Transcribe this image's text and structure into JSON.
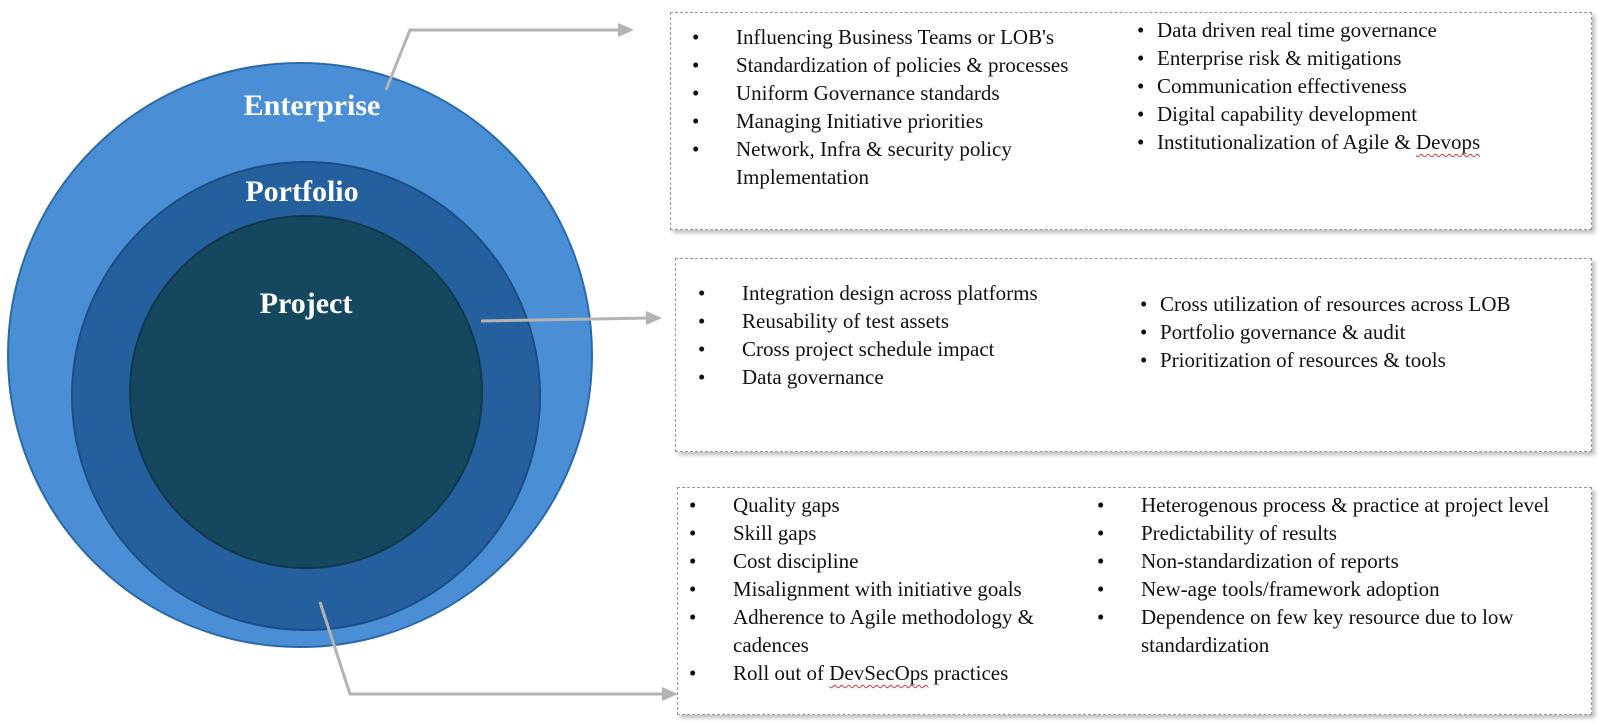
{
  "rings": {
    "enterprise": {
      "label": "Enterprise",
      "color": "#4a8fd6"
    },
    "portfolio": {
      "label": "Portfolio",
      "color": "#245f9e"
    },
    "project": {
      "label": "Project",
      "color": "#15475f"
    }
  },
  "boxes": {
    "enterprise": {
      "left_items": [
        "Influencing Business Teams or LOB's",
        "Standardization of policies & processes",
        "Uniform Governance standards",
        "Managing Initiative priorities",
        "Network, Infra & security policy Implementation"
      ],
      "right_items": [
        "Data driven real time governance",
        "Enterprise risk & mitigations",
        "Communication effectiveness",
        "Digital capability development"
      ],
      "last_right": {
        "prefix": "Institutionalization of Agile & ",
        "flagged": "Devops"
      }
    },
    "portfolio": {
      "left_items": [
        "Integration design across platforms",
        "Reusability of test assets",
        "Cross project schedule impact",
        "Data governance"
      ],
      "right_items": [
        "Cross utilization of resources across LOB",
        "Portfolio governance & audit",
        "Prioritization of resources & tools"
      ]
    },
    "project": {
      "left_items": [
        "Quality gaps",
        "Skill gaps",
        "Cost discipline",
        "Misalignment with initiative goals",
        "Adherence to Agile methodology & cadences"
      ],
      "last_left": {
        "prefix": "Roll out of ",
        "flagged": "DevSecOps",
        "suffix": " practices"
      },
      "right_items": [
        "Heterogenous process & practice at project level",
        "Predictability of results",
        "Non-standardization of reports",
        "New-age tools/framework adoption",
        "Dependence on few key resource due to low standardization"
      ]
    }
  },
  "connector_color": "#b3b3b3"
}
